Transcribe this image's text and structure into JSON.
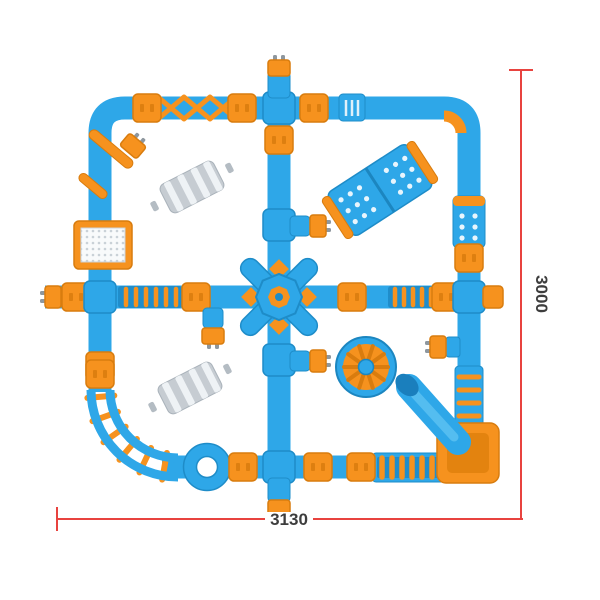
{
  "dimensions": {
    "width_label": "3130",
    "height_label": "3000"
  },
  "colors": {
    "track_blue": "#2ea7e8",
    "track_blue_dark": "#1e8cc8",
    "accent_orange": "#f6921e",
    "accent_orange_dark": "#d87c0e",
    "roller_gray": "#c6ccd2",
    "dimension_red": "#e8433f",
    "label_text": "#3d3d3d",
    "background": "#ffffff"
  },
  "components": [
    "outer-track-loop",
    "middle-cross-track",
    "center-cross-track",
    "bottom-track",
    "curved-ladder-corner",
    "lattice-bridge",
    "mesh-platform",
    "pinwheel-obstacle",
    "spinner-wheel",
    "roller-obstacle-upper",
    "roller-obstacle-lower",
    "wavy-dot-ramp",
    "dotted-climb-panel",
    "ladder-segment-left",
    "ladder-segment-right",
    "vertical-ladder-right",
    "roller-ladder-bottom",
    "ring-junction",
    "slide-with-tube",
    "connector-pads",
    "pin-connectors"
  ]
}
